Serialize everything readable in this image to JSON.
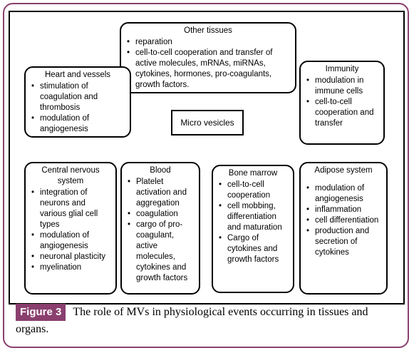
{
  "center": {
    "label": "Micro vesicles"
  },
  "boxes": {
    "other_tissues": {
      "title": "Other tissues",
      "items": [
        "reparation",
        "cell-to-cell cooperation and transfer of active molecules, mRNAs, miRNAs, cytokines, hormones, pro-coagulants, growth factors."
      ]
    },
    "heart": {
      "title": "Heart and vessels",
      "items": [
        "stimulation of coagulation and thrombosis",
        "modulation of angiogenesis"
      ]
    },
    "immunity": {
      "title": "Immunity",
      "items": [
        "modulation in immune cells",
        "cell-to-cell cooperation and transfer"
      ]
    },
    "cns": {
      "title": "Central nervous system",
      "items": [
        "integration of neurons and various glial cell types",
        "modulation of angiogenesis",
        "neuronal plasticity",
        "myelination"
      ]
    },
    "blood": {
      "title": "Blood",
      "items": [
        "Platelet activation and aggregation",
        "coagulation",
        "cargo of pro-coagulant, active molecules, cytokines and growth factors"
      ]
    },
    "bone_marrow": {
      "title": "Bone marrow",
      "items": [
        "cell-to-cell cooperation",
        "cell mobbing, differentiation and maturation",
        "Cargo of cytokines and growth factors"
      ]
    },
    "adipose": {
      "title": "Adipose system",
      "items": [
        "modulation of angiogenesis",
        "inflammation",
        "cell differentiation",
        "production and secretion of cytokines"
      ]
    }
  },
  "caption": {
    "label": "Figure 3",
    "text": "The role of MVs in physiological events occurring in tissues and organs."
  }
}
